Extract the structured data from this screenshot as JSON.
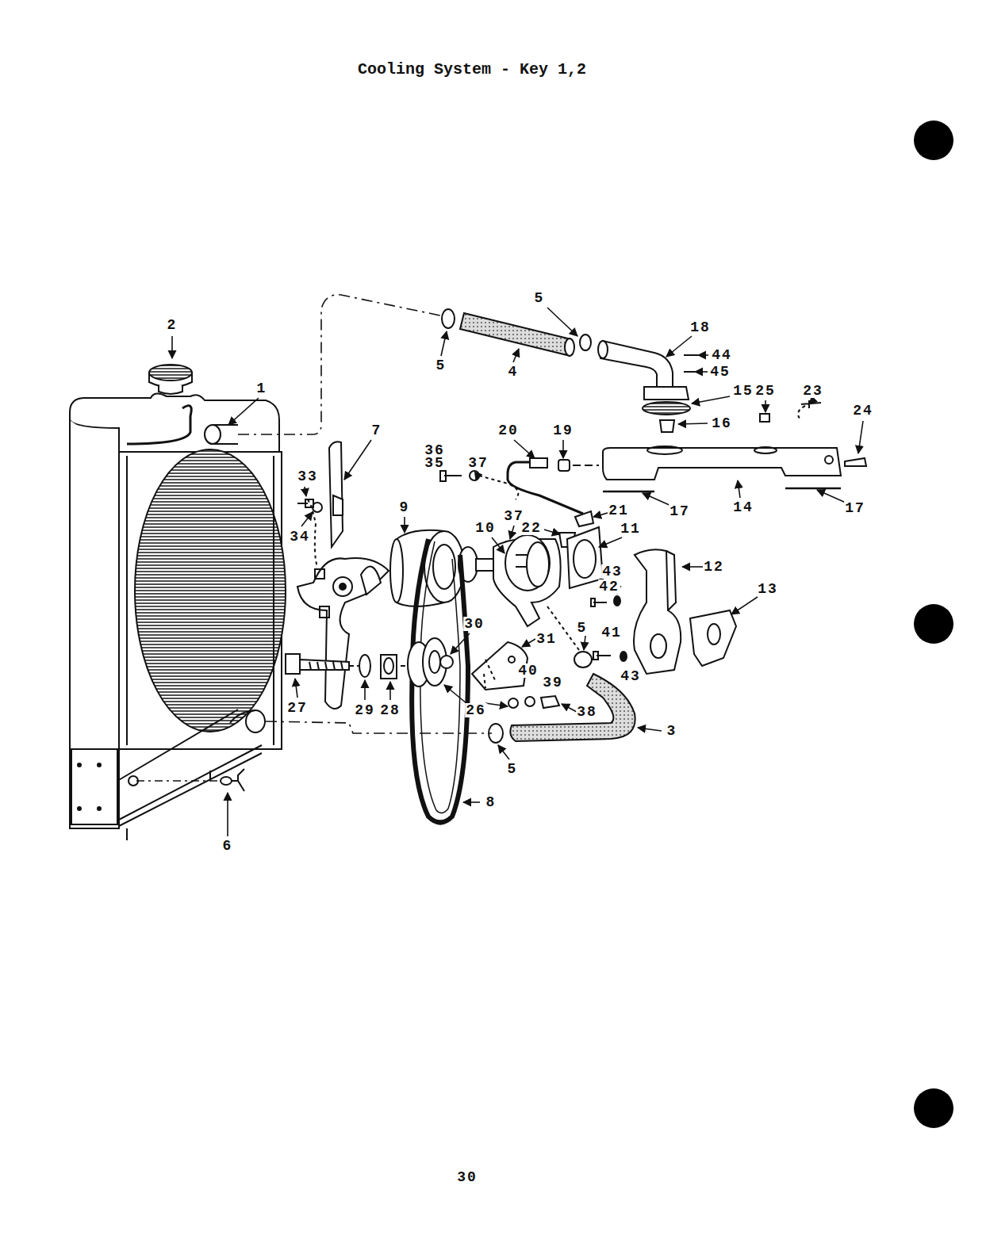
{
  "diagram": {
    "title": "Cooling System - Key 1,2",
    "labels": [
      "2",
      "5",
      "18",
      "44",
      "5",
      "4",
      "45",
      "1",
      "15",
      "25",
      "23",
      "24",
      "16",
      "7",
      "20",
      "19",
      "36",
      "35",
      "37",
      "33",
      "9",
      "14",
      "17",
      "17",
      "21",
      "37",
      "10",
      "22",
      "11",
      "34",
      "12",
      "43",
      "42",
      "13",
      "30",
      "5",
      "41",
      "31",
      "40",
      "43",
      "39",
      "27",
      "29",
      "28",
      "26",
      "38",
      "3",
      "5",
      "8",
      "6",
      "30"
    ]
  }
}
